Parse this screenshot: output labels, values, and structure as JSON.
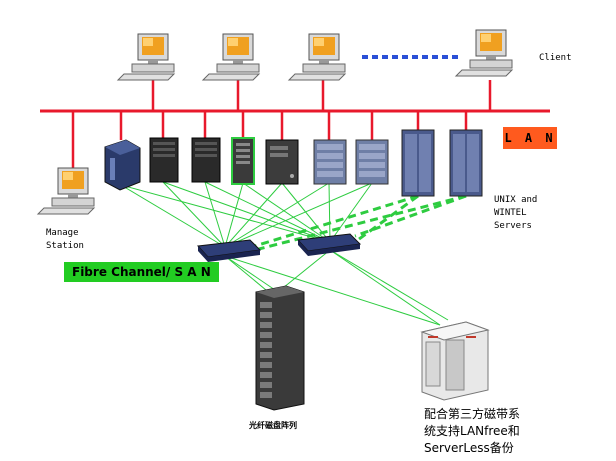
{
  "labels": {
    "client": "Client",
    "lan": "L A N",
    "manage_station": [
      "Manage",
      "Station"
    ],
    "servers": [
      "UNIX and",
      "WINTEL",
      "Servers"
    ],
    "san": "Fibre Channel/ S A N",
    "disk_array": "光纤磁盘阵列",
    "tape": [
      "配合第三方磁带系",
      "统支持LANfree和",
      "ServerLess备份"
    ]
  },
  "colors": {
    "lan_bus": "#e8192c",
    "san_link": "#2ecc40",
    "lan_badge": "#ff5a1e",
    "san_badge": "#22cc22",
    "ellipsis": "#2a4fd6"
  }
}
